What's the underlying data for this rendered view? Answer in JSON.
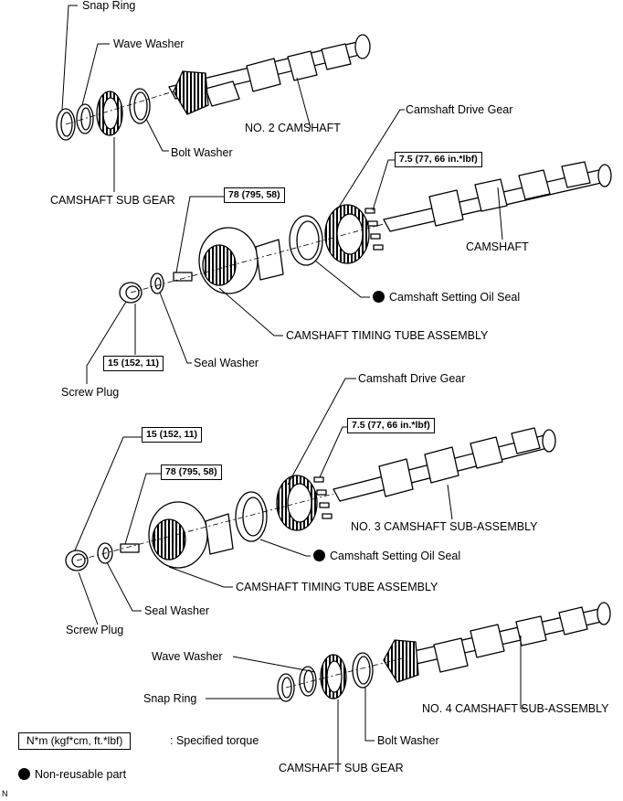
{
  "labels": {
    "snap_ring_1": "Snap Ring",
    "wave_washer_1": "Wave Washer",
    "no2_camshaft": "NO. 2 CAMSHAFT",
    "bolt_washer_1": "Bolt Washer",
    "camshaft_sub_gear_1": "CAMSHAFT SUB GEAR",
    "camshaft_drive_gear_1": "Camshaft Drive Gear",
    "torque_bolt_1": "7.5 (77, 66 in.*lbf)",
    "camshaft": "CAMSHAFT",
    "torque_tube_1": "78 (795, 58)",
    "oil_seal_1": "Camshaft Setting Oil Seal",
    "timing_tube_1": "CAMSHAFT TIMING TUBE ASSEMBLY",
    "seal_washer_1": "Seal Washer",
    "torque_plug_1": "15 (152, 11)",
    "screw_plug_1": "Screw Plug",
    "camshaft_drive_gear_2": "Camshaft Drive Gear",
    "torque_bolt_2": "7.5 (77, 66 in.*lbf)",
    "torque_plug_2": "15 (152, 11)",
    "torque_tube_2": "78 (795, 58)",
    "no3_camshaft": "NO. 3 CAMSHAFT SUB-ASSEMBLY",
    "oil_seal_2": "Camshaft Setting Oil Seal",
    "timing_tube_2": "CAMSHAFT TIMING TUBE ASSEMBLY",
    "seal_washer_2": "Seal Washer",
    "screw_plug_2": "Screw Plug",
    "wave_washer_2": "Wave Washer",
    "snap_ring_2": "Snap Ring",
    "no4_camshaft": "NO. 4 CAMSHAFT SUB-ASSEMBLY",
    "bolt_washer_2": "Bolt Washer",
    "camshaft_sub_gear_2": "CAMSHAFT SUB GEAR"
  },
  "legend": {
    "torque_box": "N*m (kgf*cm, ft.*lbf)",
    "torque_desc": ": Specified torque",
    "nonreusable": "Non-reusable part"
  },
  "corner_mark": "N"
}
